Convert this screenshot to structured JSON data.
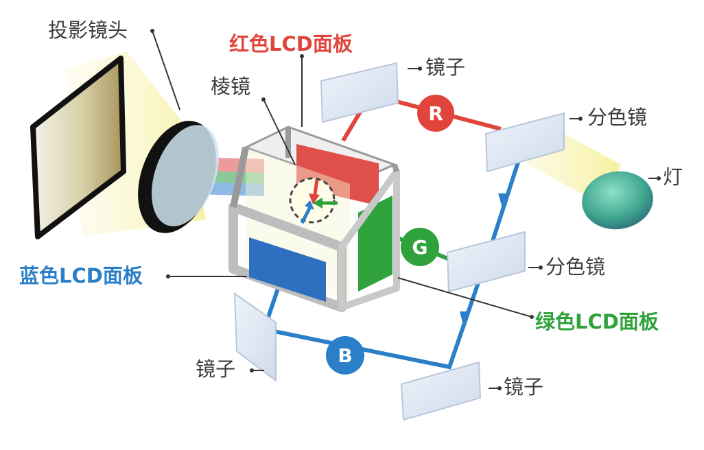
{
  "labels": {
    "projection_lens": "投影镜头",
    "red_lcd": "红色LCD面板",
    "prism": "棱镜",
    "mirror_top": "镜子",
    "dichroic_top": "分色镜",
    "lamp": "灯",
    "dichroic_mid": "分色镜",
    "blue_lcd": "蓝色LCD面板",
    "green_lcd": "绿色LCD面板",
    "mirror_left": "镜子",
    "mirror_bottom": "镜子"
  },
  "channels": {
    "r": "R",
    "g": "G",
    "b": "B"
  },
  "colors": {
    "red": "#e0443a",
    "green": "#2fa23c",
    "blue": "#2a7fc8",
    "light_yellow": "#f7f2a6",
    "mirror": "#dde6f2",
    "frame": "#c8c8c8",
    "lamp": "#4fb39f"
  }
}
